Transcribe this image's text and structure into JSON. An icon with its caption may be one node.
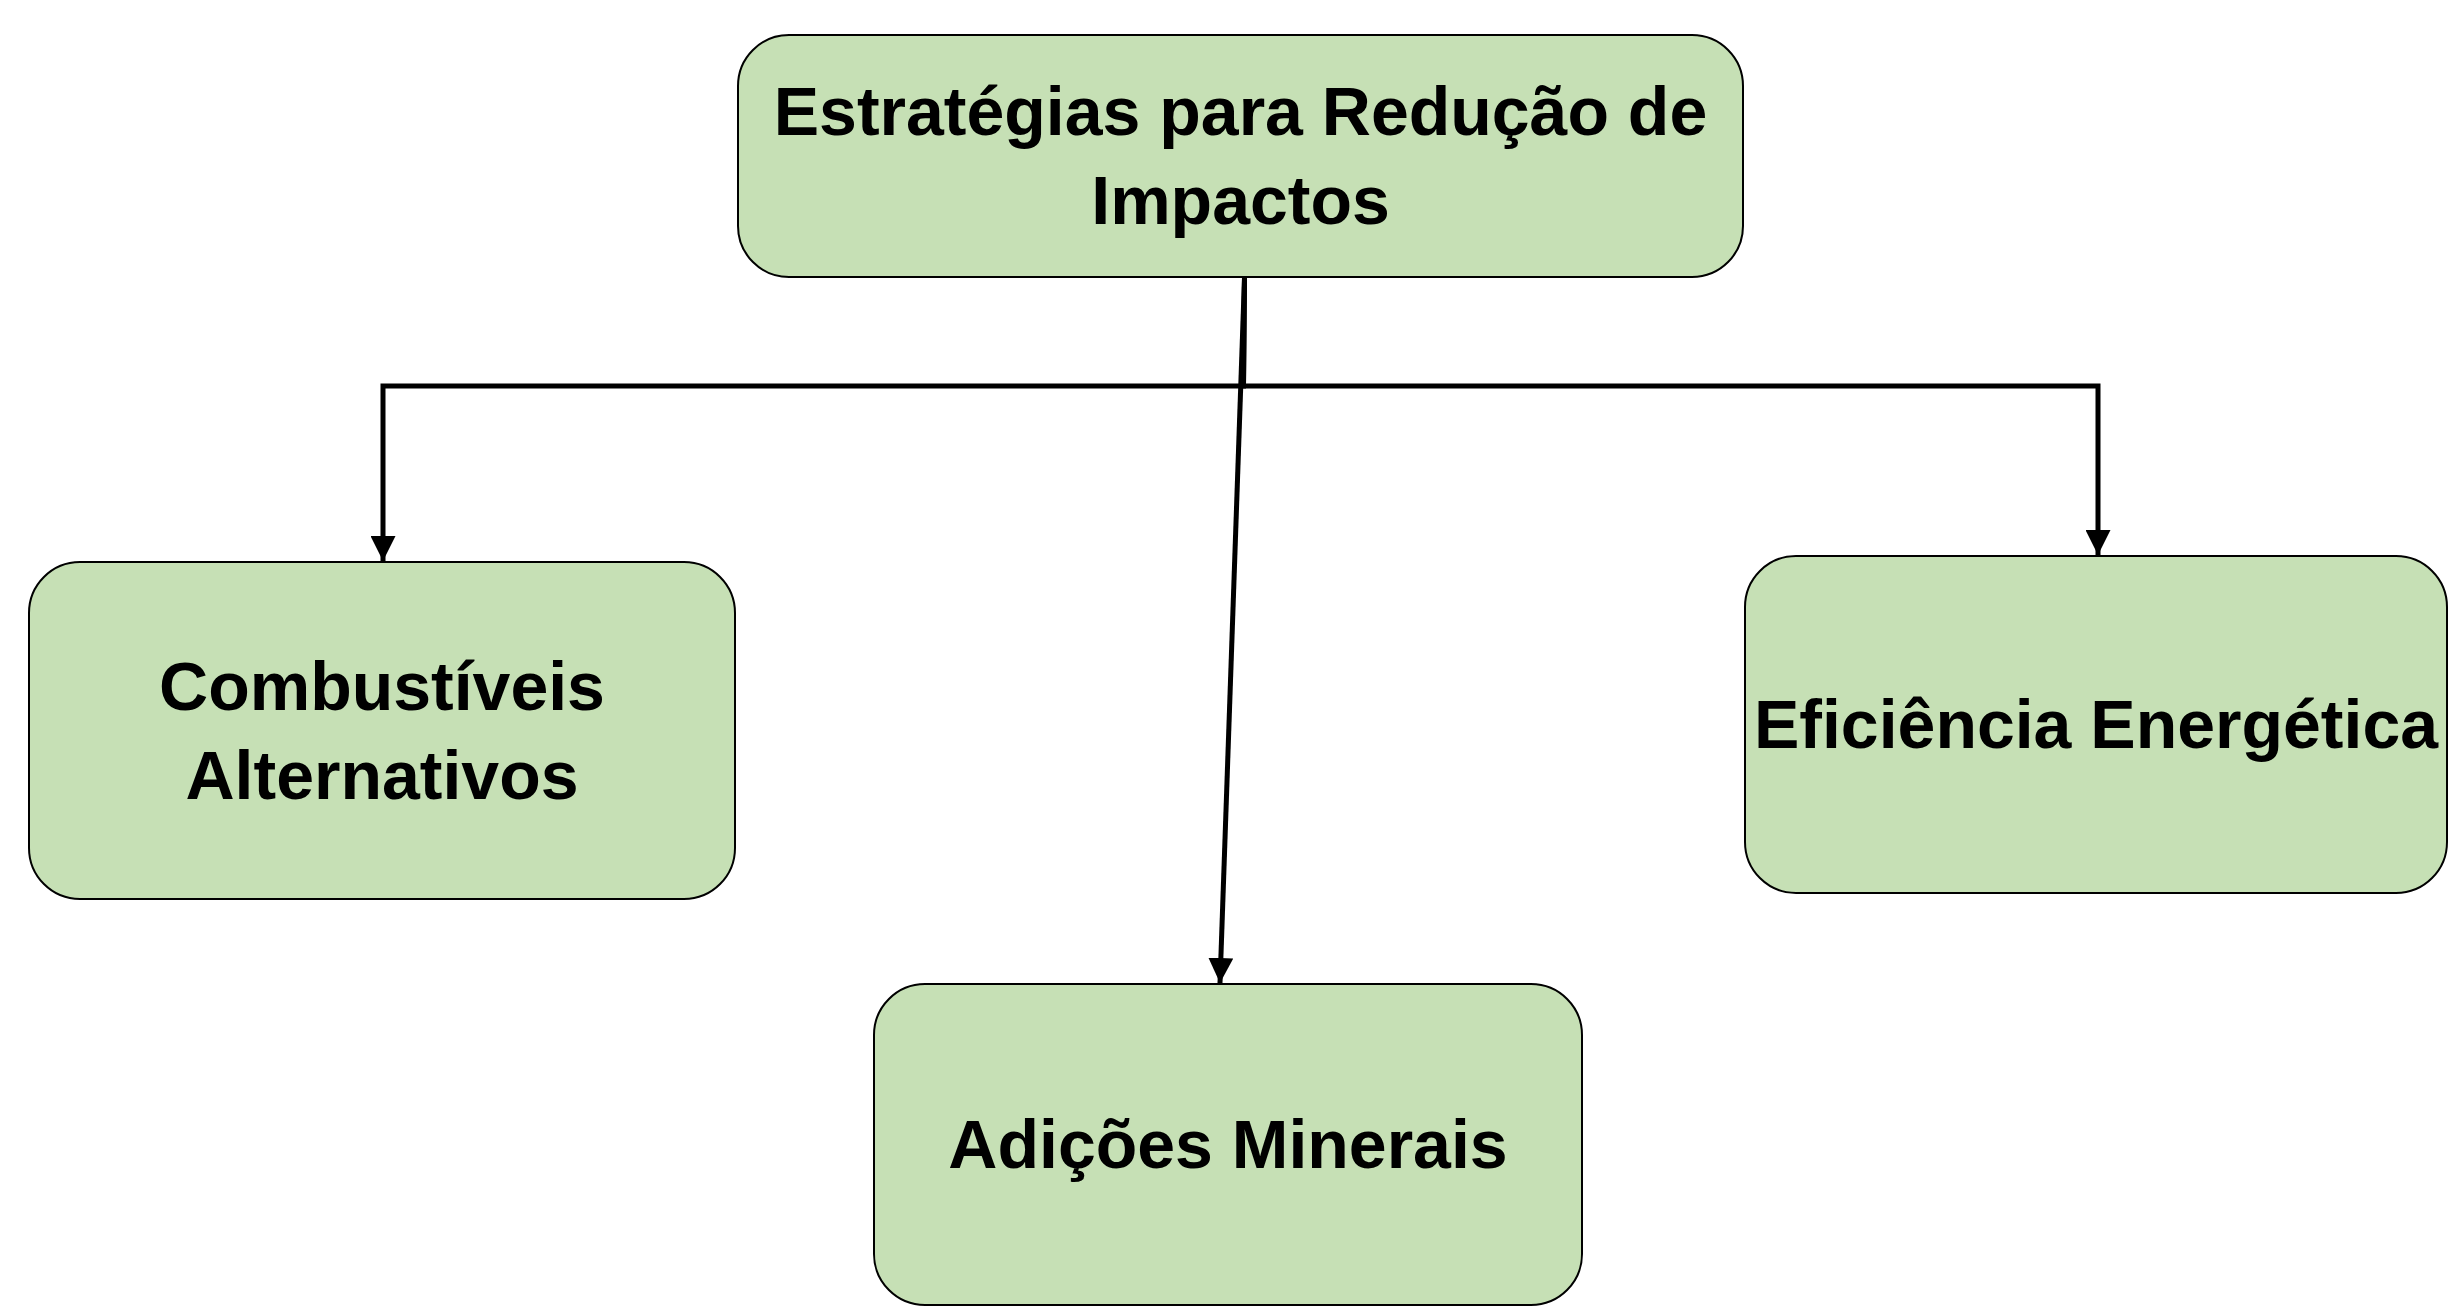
{
  "diagram": {
    "nodes": [
      {
        "text": [
          "Estratégias para Redução de Impactos"
        ]
      },
      {
        "text": [
          "Combustíveis Alternativos"
        ]
      },
      {
        "text": [
          "Eficiência Energética"
        ]
      },
      {
        "text": [
          "Adições Minerais"
        ]
      }
    ],
    "edges": [
      {
        "from": 0,
        "to": 1,
        "arrow": "to"
      },
      {
        "from": 0,
        "to": 3,
        "arrow": "to"
      },
      {
        "from": 0,
        "to": 2,
        "arrow": "to"
      }
    ]
  }
}
